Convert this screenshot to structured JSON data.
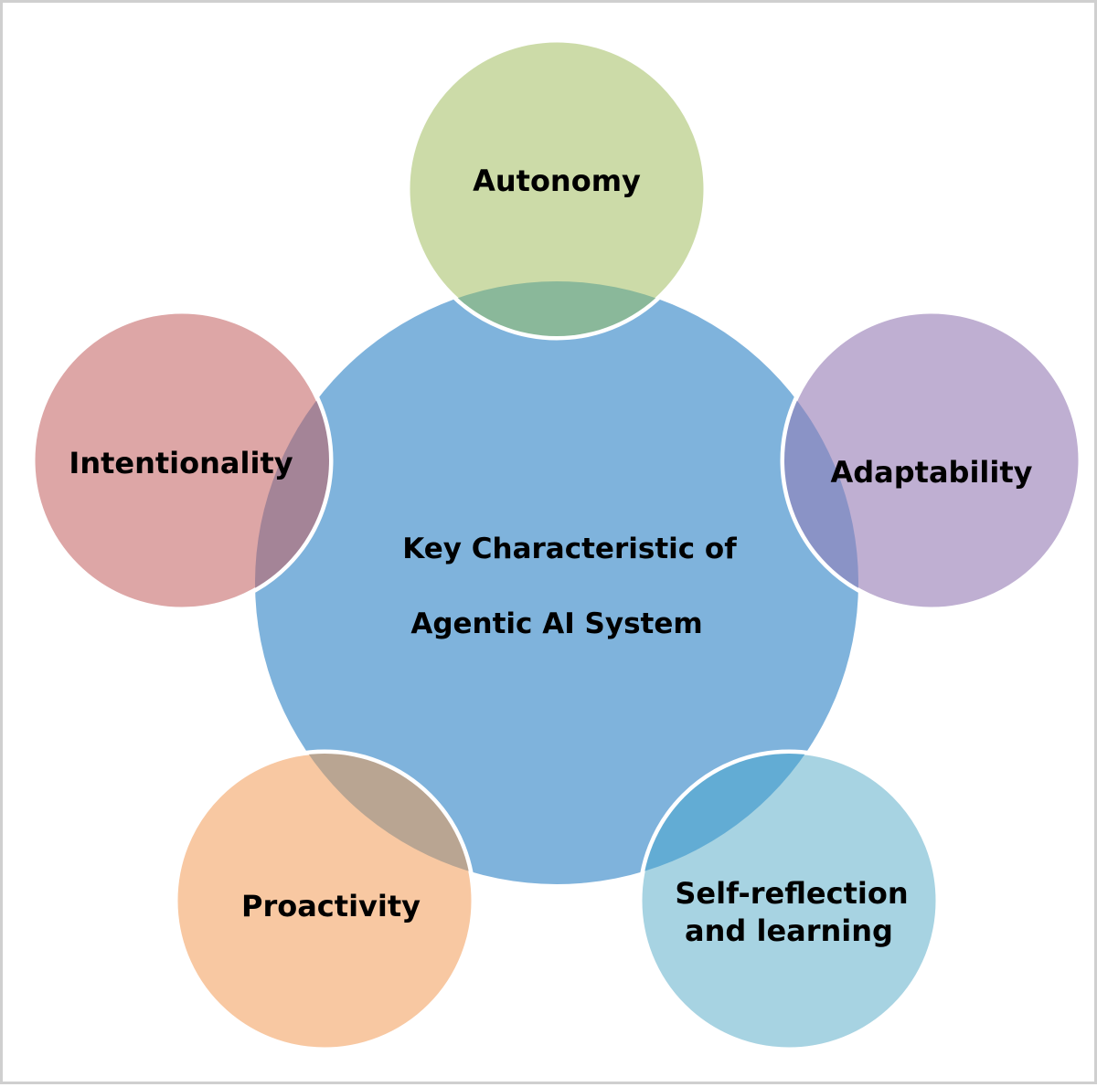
{
  "diagram": {
    "center": {
      "line1": "Key Characteristic of",
      "line2": "Agentic AI System",
      "color": "#7fb3dc"
    },
    "nodes": [
      {
        "id": "autonomy",
        "lines": [
          "Autonomy"
        ],
        "color": "#ccdba8"
      },
      {
        "id": "adaptability",
        "lines": [
          "Adaptability"
        ],
        "color": "#bfafd2"
      },
      {
        "id": "self-reflection",
        "lines": [
          "Self-reflection",
          "and learning"
        ],
        "color": "#a7d3e2"
      },
      {
        "id": "proactivity",
        "lines": [
          "Proactivity"
        ],
        "color": "#f8c8a2"
      },
      {
        "id": "intentionality",
        "lines": [
          "Intentionality"
        ],
        "color": "#dda6a6"
      }
    ]
  }
}
